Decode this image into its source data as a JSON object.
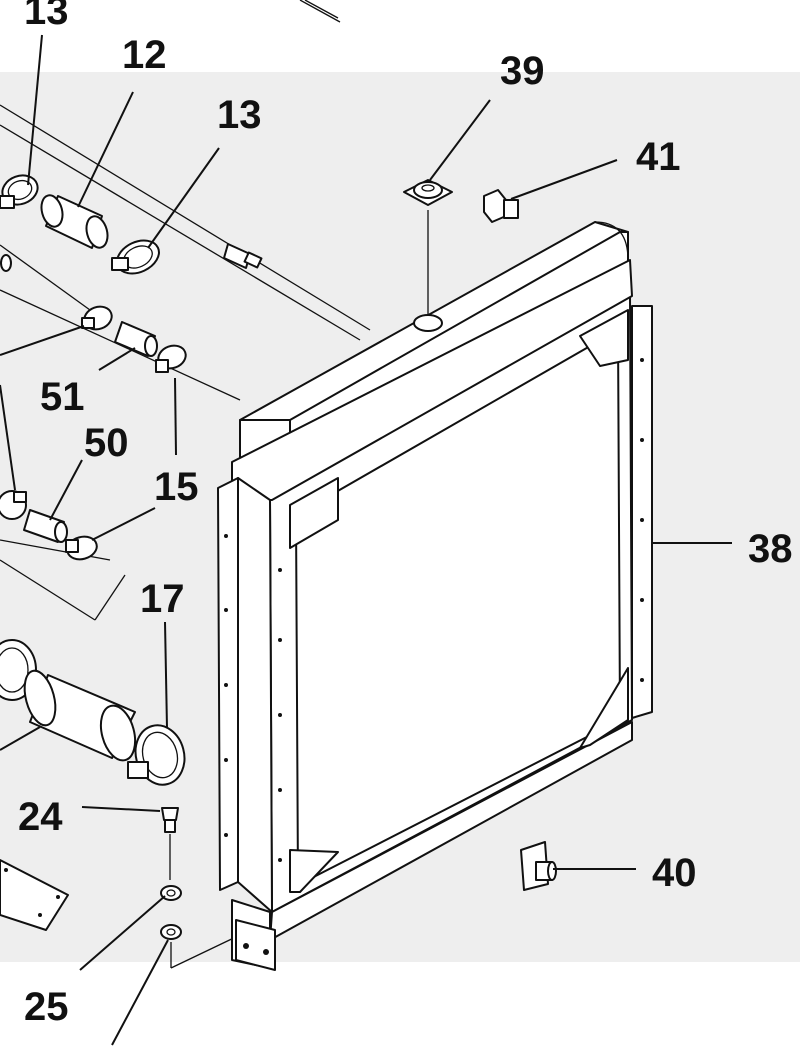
{
  "diagram": {
    "callouts": {
      "c13a": "13",
      "c12": "12",
      "c13b": "13",
      "c39": "39",
      "c41": "41",
      "c51": "51",
      "c50": "50",
      "c15": "15",
      "c38": "38",
      "c17": "17",
      "c24": "24",
      "c40": "40",
      "c25": "25"
    }
  }
}
